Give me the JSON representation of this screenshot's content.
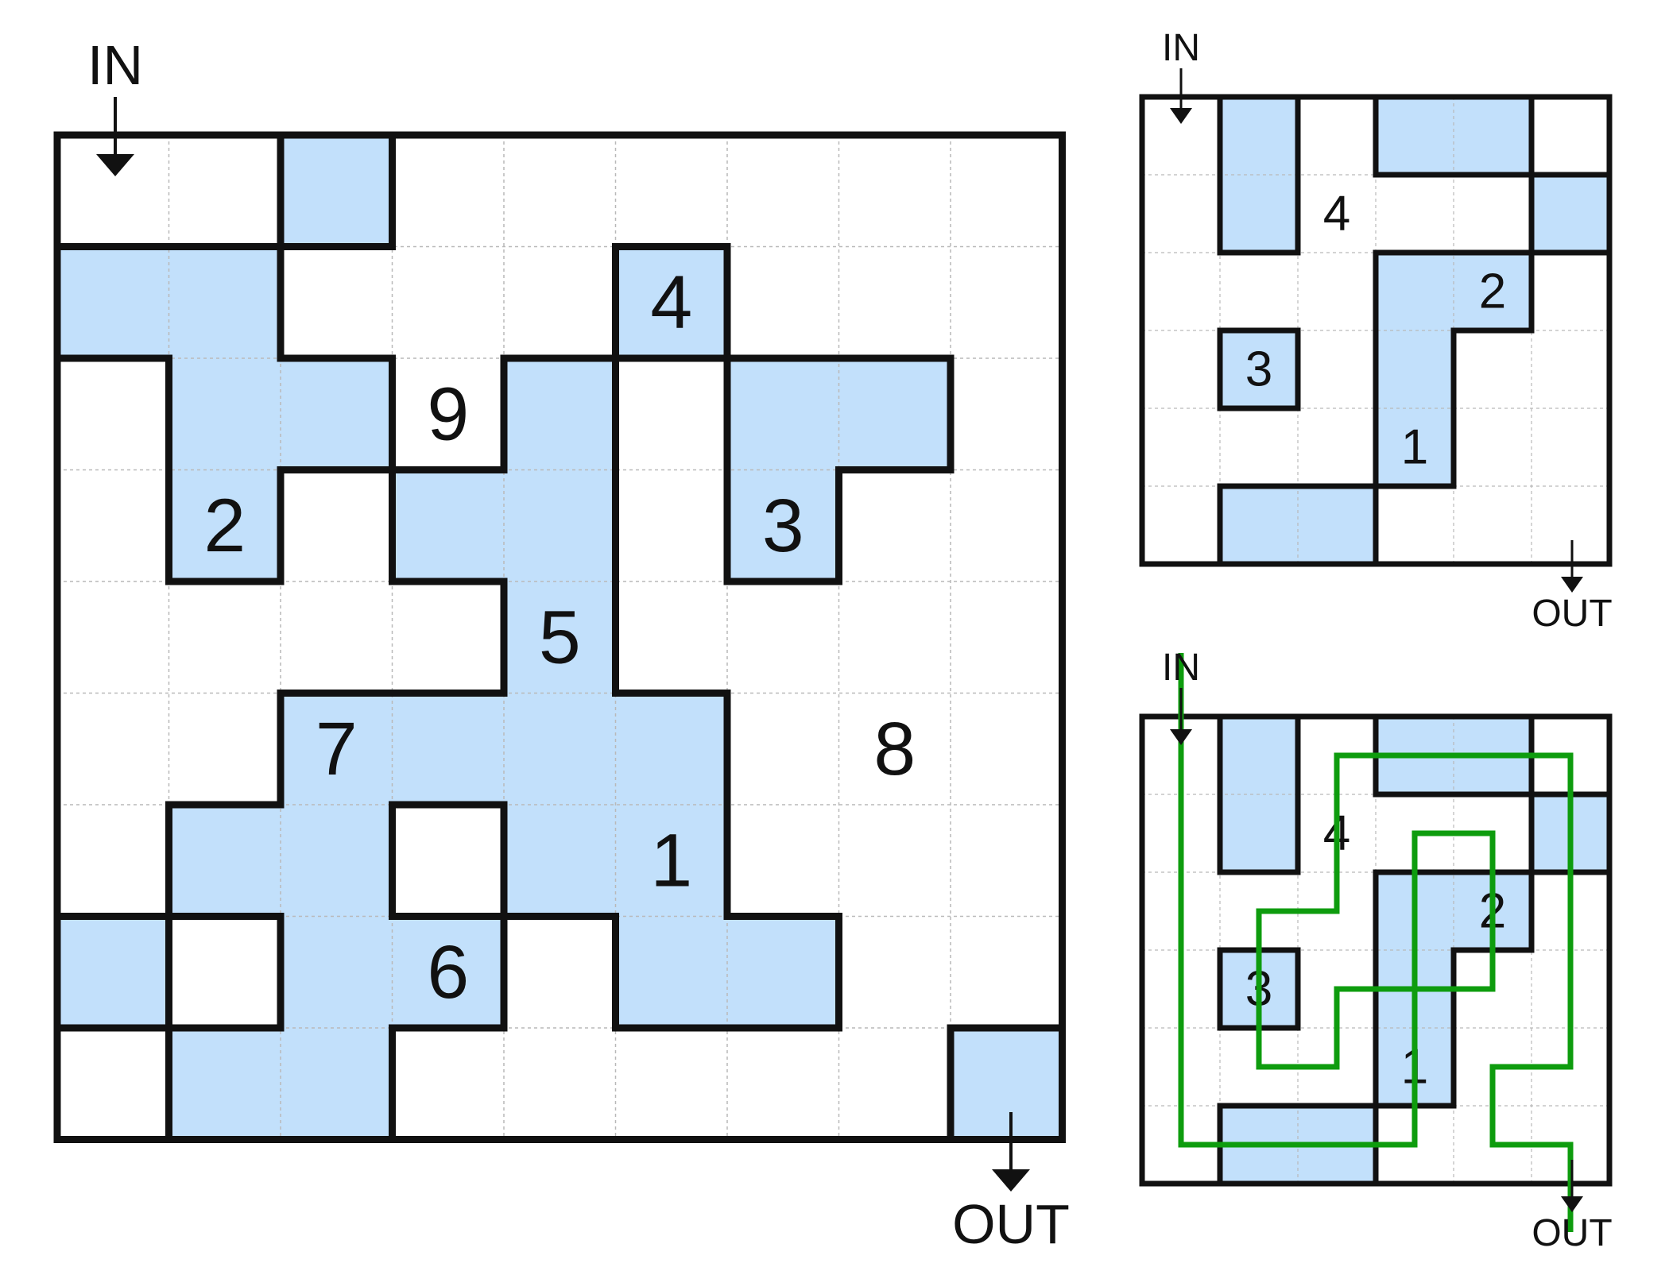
{
  "colors": {
    "shade": "#c2e0fb",
    "wall": "#111111",
    "grid": "#b9b9b9",
    "solution_path": "#0e9c0e"
  },
  "puzzles": [
    {
      "id": "main",
      "in_label": "IN",
      "out_label": "OUT",
      "size": 9,
      "shaded": [
        [
          0,
          0,
          1,
          0,
          0,
          0,
          0,
          0,
          0
        ],
        [
          1,
          1,
          0,
          0,
          0,
          1,
          0,
          0,
          0
        ],
        [
          0,
          1,
          1,
          0,
          1,
          0,
          1,
          1,
          0
        ],
        [
          0,
          1,
          0,
          1,
          1,
          0,
          1,
          0,
          0
        ],
        [
          0,
          0,
          0,
          0,
          1,
          0,
          0,
          0,
          0
        ],
        [
          0,
          0,
          1,
          1,
          1,
          1,
          0,
          0,
          0
        ],
        [
          0,
          1,
          1,
          0,
          1,
          1,
          0,
          0,
          0
        ],
        [
          1,
          0,
          1,
          1,
          0,
          1,
          1,
          0,
          0
        ],
        [
          0,
          1,
          1,
          0,
          0,
          0,
          0,
          0,
          1
        ]
      ],
      "clues": [
        {
          "row": 1,
          "col": 5,
          "value": "4"
        },
        {
          "row": 2,
          "col": 3,
          "value": "9"
        },
        {
          "row": 3,
          "col": 1,
          "value": "2"
        },
        {
          "row": 3,
          "col": 6,
          "value": "3"
        },
        {
          "row": 4,
          "col": 4,
          "value": "5"
        },
        {
          "row": 5,
          "col": 2,
          "value": "7"
        },
        {
          "row": 5,
          "col": 7,
          "value": "8"
        },
        {
          "row": 6,
          "col": 5,
          "value": "1"
        },
        {
          "row": 7,
          "col": 3,
          "value": "6"
        }
      ],
      "entrance": {
        "row": 0,
        "col": 0
      },
      "exit": {
        "row": 8,
        "col": 8
      }
    },
    {
      "id": "example-puzzle",
      "in_label": "IN",
      "out_label": "OUT",
      "size": 6,
      "shaded": [
        [
          0,
          1,
          0,
          1,
          1,
          0
        ],
        [
          0,
          1,
          0,
          0,
          0,
          1
        ],
        [
          0,
          0,
          0,
          1,
          1,
          0
        ],
        [
          0,
          1,
          0,
          1,
          0,
          0
        ],
        [
          0,
          0,
          0,
          1,
          0,
          0
        ],
        [
          0,
          1,
          1,
          0,
          0,
          0
        ]
      ],
      "clues": [
        {
          "row": 1,
          "col": 2,
          "value": "4"
        },
        {
          "row": 2,
          "col": 4,
          "value": "2"
        },
        {
          "row": 3,
          "col": 1,
          "value": "3"
        },
        {
          "row": 4,
          "col": 3,
          "value": "1"
        }
      ],
      "entrance": {
        "row": 0,
        "col": 0
      },
      "exit": {
        "row": 5,
        "col": 5
      }
    },
    {
      "id": "example-solution",
      "in_label": "IN",
      "out_label": "OUT",
      "size": 6,
      "shaded": [
        [
          0,
          1,
          0,
          1,
          1,
          0
        ],
        [
          0,
          1,
          0,
          0,
          0,
          1
        ],
        [
          0,
          0,
          0,
          1,
          1,
          0
        ],
        [
          0,
          1,
          0,
          1,
          0,
          0
        ],
        [
          0,
          0,
          0,
          1,
          0,
          0
        ],
        [
          0,
          1,
          1,
          0,
          0,
          0
        ]
      ],
      "clues": [
        {
          "row": 1,
          "col": 2,
          "value": "4"
        },
        {
          "row": 2,
          "col": 4,
          "value": "2"
        },
        {
          "row": 3,
          "col": 1,
          "value": "3"
        },
        {
          "row": 4,
          "col": 3,
          "value": "1"
        }
      ],
      "entrance": {
        "row": 0,
        "col": 0
      },
      "exit": {
        "row": 5,
        "col": 5
      },
      "solution_path": [
        [
          0,
          0
        ],
        [
          1,
          0
        ],
        [
          2,
          0
        ],
        [
          3,
          0
        ],
        [
          4,
          0
        ],
        [
          5,
          0
        ],
        [
          5,
          1
        ],
        [
          5,
          2
        ],
        [
          5,
          3
        ],
        [
          4,
          3
        ],
        [
          3,
          3
        ],
        [
          2,
          3
        ],
        [
          1,
          3
        ],
        [
          1,
          4
        ],
        [
          2,
          4
        ],
        [
          3,
          4
        ],
        [
          3,
          3
        ],
        [
          3,
          2
        ],
        [
          4,
          2
        ],
        [
          4,
          1
        ],
        [
          3,
          1
        ],
        [
          2,
          1
        ],
        [
          2,
          2
        ],
        [
          1,
          2
        ],
        [
          0,
          2
        ],
        [
          0,
          3
        ],
        [
          0,
          4
        ],
        [
          0,
          5
        ],
        [
          1,
          5
        ],
        [
          2,
          5
        ],
        [
          3,
          5
        ],
        [
          4,
          5
        ],
        [
          4,
          4
        ],
        [
          5,
          4
        ],
        [
          5,
          5
        ]
      ]
    }
  ]
}
